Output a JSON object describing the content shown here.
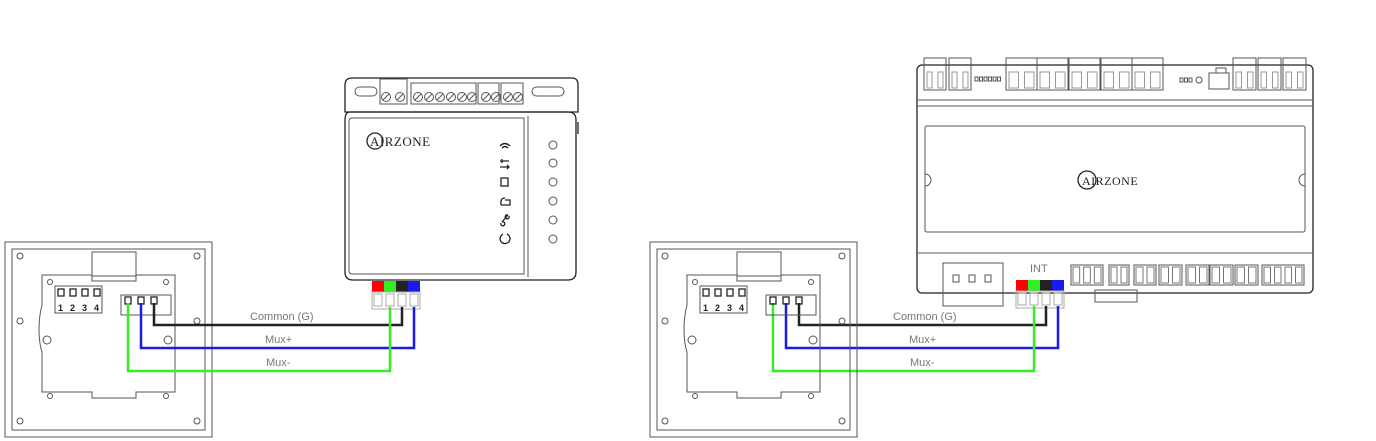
{
  "diagram": {
    "left": {
      "device_brand": "AIRZONE",
      "thermostat_terminals": [
        "1",
        "2",
        "3",
        "4"
      ],
      "wires": {
        "common": "Common (G)",
        "mux_plus": "Mux+",
        "mux_minus": "Mux-"
      }
    },
    "right": {
      "device_brand": "AIRZONE",
      "connector_label": "INT",
      "thermostat_terminals": [
        "1",
        "2",
        "3",
        "4"
      ],
      "wires": {
        "common": "Common (G)",
        "mux_plus": "Mux+",
        "mux_minus": "Mux-"
      }
    },
    "colors": {
      "red": "#ff0000",
      "green": "#33ee22",
      "black": "#222222",
      "blue": "#1a1aee"
    }
  }
}
